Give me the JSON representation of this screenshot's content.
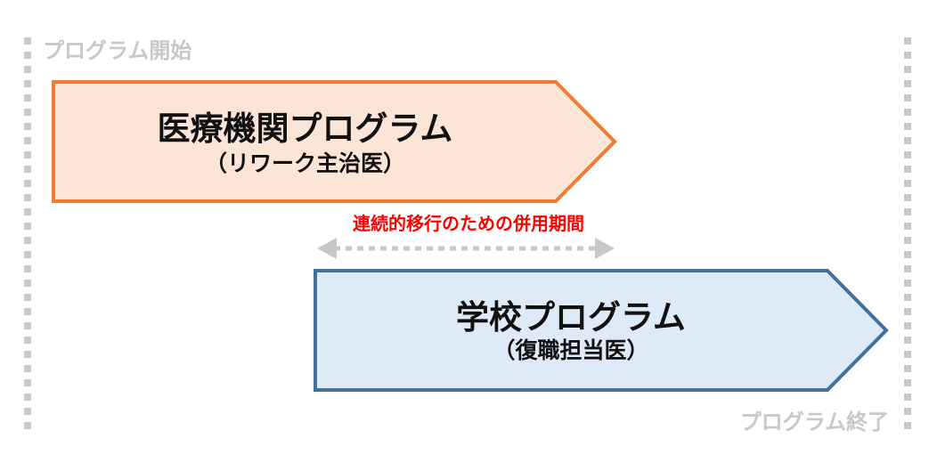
{
  "diagram": {
    "start_marker": {
      "label": "プログラム開始"
    },
    "end_marker": {
      "label": "プログラム終了"
    },
    "medical_program": {
      "title": "医療機関プログラム",
      "subtitle": "（リワーク主治医）",
      "fill_color": "#fbe5d6",
      "stroke_color": "#ed7d31"
    },
    "overlap": {
      "label": "連続的移行のための併用期間",
      "label_color": "#ff0000",
      "arrow_color": "#c8c8c8"
    },
    "school_program": {
      "title": "学校プログラム",
      "subtitle": "（復職担当医）",
      "fill_color": "#deebf7",
      "stroke_color": "#41719c"
    }
  }
}
